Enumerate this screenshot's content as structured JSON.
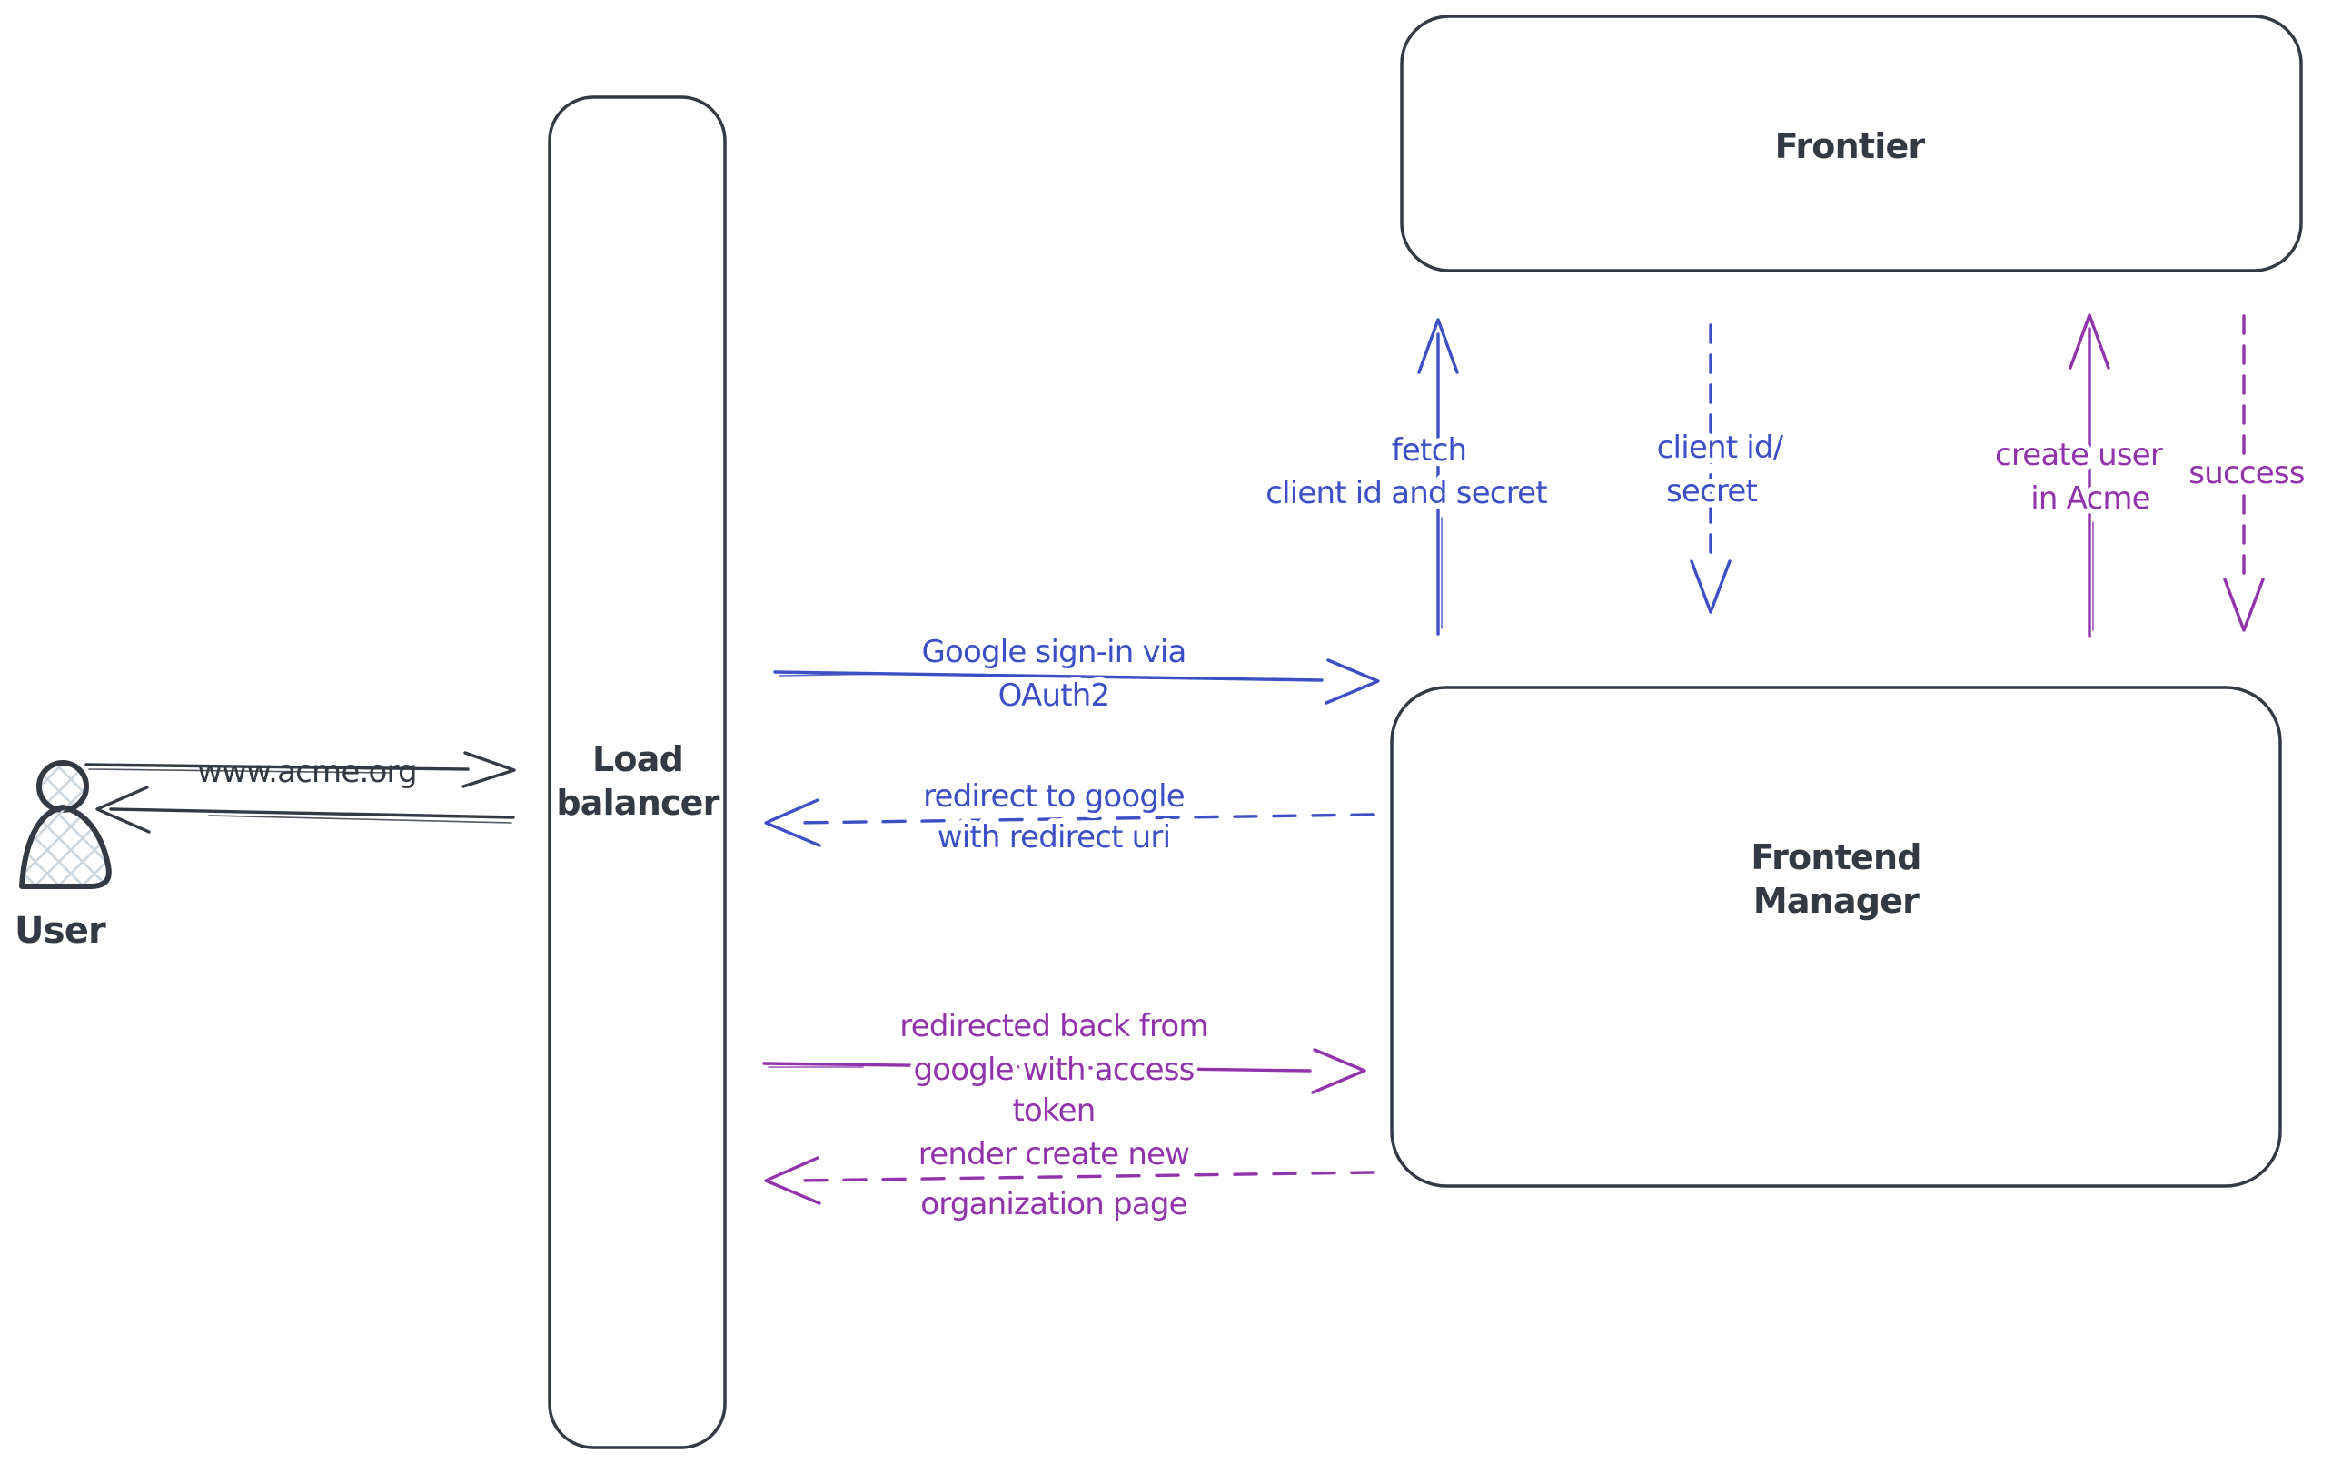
{
  "colors": {
    "background": "#ffffff",
    "dark": "#333a44",
    "blue": "#3d4fc4",
    "purple": "#9134ac",
    "hatch": "#ccd6de"
  },
  "nodes": {
    "user": {
      "label": "User"
    },
    "load_balancer": {
      "line1": "Load",
      "line2": "balancer"
    },
    "frontier": {
      "label": "Frontier"
    },
    "frontend_manager": {
      "line1": "Frontend",
      "line2": "Manager"
    }
  },
  "edges": {
    "www_acme": {
      "label": "www.acme.org"
    },
    "google_signin": {
      "line1": "Google sign-in via",
      "line2": "OAuth2"
    },
    "redirect_to_google": {
      "line1": "redirect to google",
      "line2": "with redirect uri"
    },
    "redirected_back": {
      "line1": "redirected back from",
      "line2": "google with access",
      "line3": "token"
    },
    "render_org_page": {
      "line1": "render create new",
      "line2": "organization page"
    },
    "fetch_client_secret": {
      "line1": "fetch",
      "line2": "client id and secret"
    },
    "client_id_secret": {
      "line1": "client id/",
      "line2": "secret"
    },
    "create_user": {
      "line1": "create user",
      "line2": "in Acme"
    },
    "success": {
      "label": "success"
    }
  }
}
